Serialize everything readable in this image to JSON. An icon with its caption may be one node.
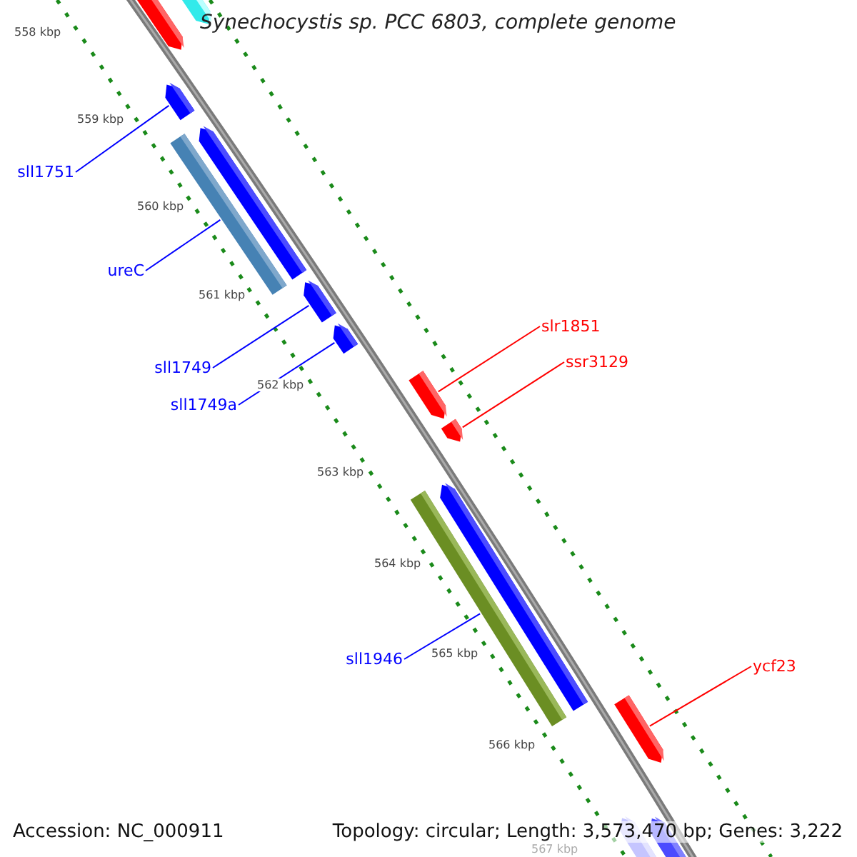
{
  "diagram": {
    "title": "Synechocystis sp. PCC 6803, complete genome",
    "nodes": [
      {
        "text": [
          "sll1751"
        ]
      },
      {
        "text": [
          "ureC"
        ]
      },
      {
        "text": [
          "sll1749"
        ]
      },
      {
        "text": [
          "sll1749a"
        ]
      },
      {
        "text": [
          "slr1851"
        ]
      },
      {
        "text": [
          "ssr3129"
        ]
      },
      {
        "text": [
          "sll1946"
        ]
      },
      {
        "text": [
          "ycf23"
        ]
      },
      {
        "text": [],
        "shape": "bar"
      },
      {
        "text": [],
        "shape": "bar"
      },
      {
        "text": [],
        "shape": "bar"
      },
      {
        "text": [],
        "shape": "bar"
      },
      {
        "text": [],
        "shape": "bar"
      },
      {
        "text": [],
        "shape": "bar"
      },
      {
        "text": [],
        "shape": "bar"
      },
      {
        "text": [],
        "shape": "bar"
      },
      {
        "text": [],
        "shape": "bar"
      },
      {
        "text": [],
        "shape": "bar"
      },
      {
        "text": [],
        "shape": "bar"
      },
      {
        "text": [],
        "shape": "bar"
      },
      {
        "text": [],
        "shape": "bar"
      },
      {
        "text": [],
        "shape": "bar"
      }
    ],
    "edges": [
      {
        "from": 0,
        "to": 10,
        "arrow": "none",
        "color": "#0000ff"
      },
      {
        "from": 1,
        "to": 12,
        "arrow": "none",
        "color": "#0000ff"
      },
      {
        "from": 2,
        "to": 13,
        "arrow": "none",
        "color": "#0000ff"
      },
      {
        "from": 3,
        "to": 14,
        "arrow": "none",
        "color": "#0000ff"
      },
      {
        "from": 4,
        "to": 15,
        "arrow": "none",
        "color": "#ff0000"
      },
      {
        "from": 5,
        "to": 16,
        "arrow": "none",
        "color": "#ff0000"
      },
      {
        "from": 6,
        "to": 18,
        "arrow": "none",
        "color": "#0000ff"
      },
      {
        "from": 7,
        "to": 19,
        "arrow": "none",
        "color": "#ff0000"
      }
    ],
    "labels": [
      "558 kbp",
      "559 kbp",
      "560 kbp",
      "561 kbp",
      "562 kbp",
      "563 kbp",
      "564 kbp",
      "565 kbp",
      "566 kbp",
      "567 kbp",
      "Accession: NC_000911",
      "Topology: circular; Length: 3,573,470 bp; Genes: 3,222"
    ]
  }
}
